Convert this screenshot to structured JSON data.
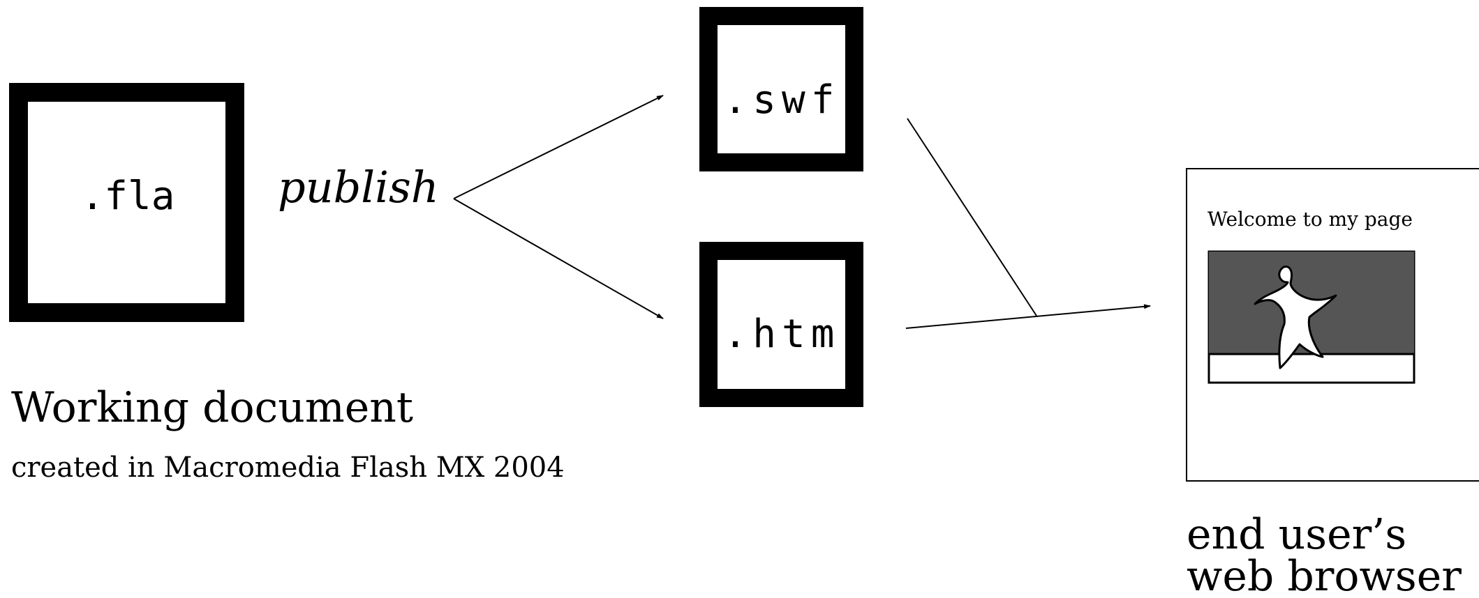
{
  "files": {
    "fla": ".fla",
    "swf": ".swf",
    "htm": ".htm"
  },
  "publish_label": "publish",
  "working_document": {
    "title": "Working document",
    "subtitle": "created in Macromedia Flash MX 2004"
  },
  "browser": {
    "page_heading": "Welcome to my page",
    "caption_line1": "end user’s",
    "caption_line2": "web browser"
  },
  "colors": {
    "stroke": "#000000",
    "background": "#ffffff",
    "banner": "#555555"
  }
}
